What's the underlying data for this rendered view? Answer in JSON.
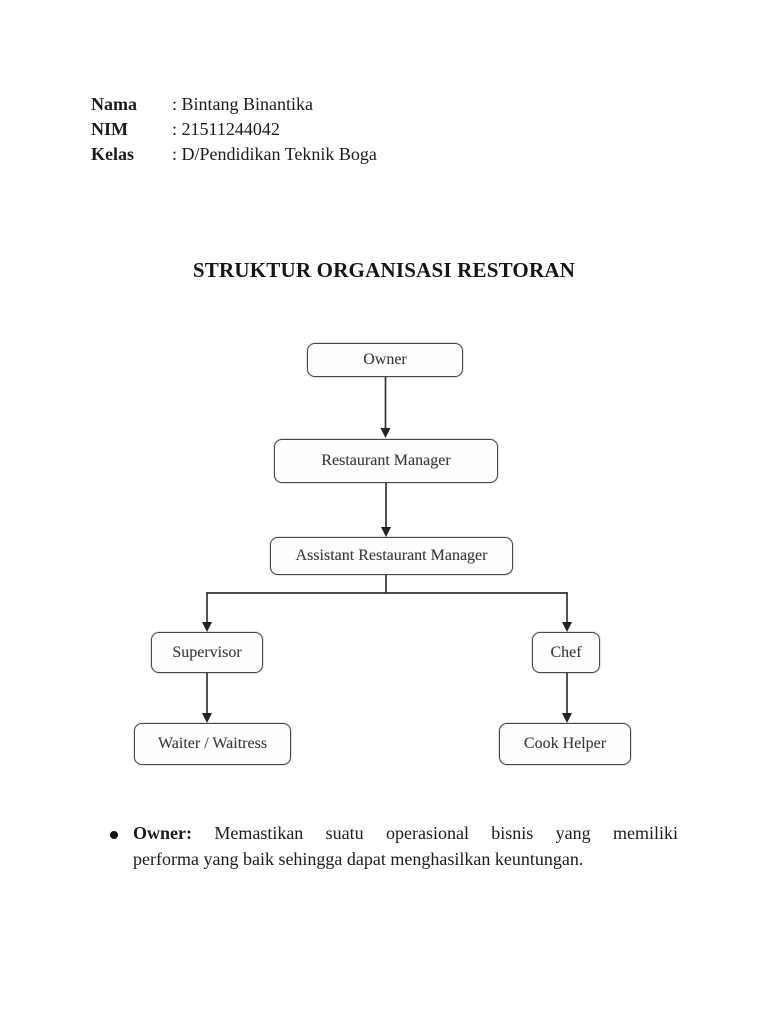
{
  "header": {
    "rows": [
      {
        "label": "Nama",
        "value": ": Bintang Binantika"
      },
      {
        "label": "NIM",
        "value": ": 21511244042"
      },
      {
        "label": "Kelas",
        "value": ": D/Pendidikan Teknik Boga"
      }
    ]
  },
  "title": "STRUKTUR ORGANISASI RESTORAN",
  "diagram": {
    "nodes": {
      "owner": "Owner",
      "restaurant_manager": "Restaurant Manager",
      "assistant_restaurant_manager": "Assistant Restaurant Manager",
      "supervisor": "Supervisor",
      "chef": "Chef",
      "waiter_waitress": "Waiter / Waitress",
      "cook_helper": "Cook Helper"
    },
    "edges": [
      {
        "from": "Owner",
        "to": "Restaurant Manager"
      },
      {
        "from": "Restaurant Manager",
        "to": "Assistant Restaurant Manager"
      },
      {
        "from": "Assistant Restaurant Manager",
        "to": "Supervisor"
      },
      {
        "from": "Assistant Restaurant Manager",
        "to": "Chef"
      },
      {
        "from": "Supervisor",
        "to": "Waiter / Waitress"
      },
      {
        "from": "Chef",
        "to": "Cook Helper"
      }
    ],
    "colors": {
      "box_border": "#474747",
      "box_fill": "#fefefe",
      "line": "#333333",
      "text": "#3a3a3a"
    }
  },
  "notes": [
    {
      "term": "Owner:",
      "line1": "Memastikan suatu operasional bisnis yang memiliki",
      "line2": "performa yang baik sehingga dapat menghasilkan keuntungan."
    }
  ]
}
